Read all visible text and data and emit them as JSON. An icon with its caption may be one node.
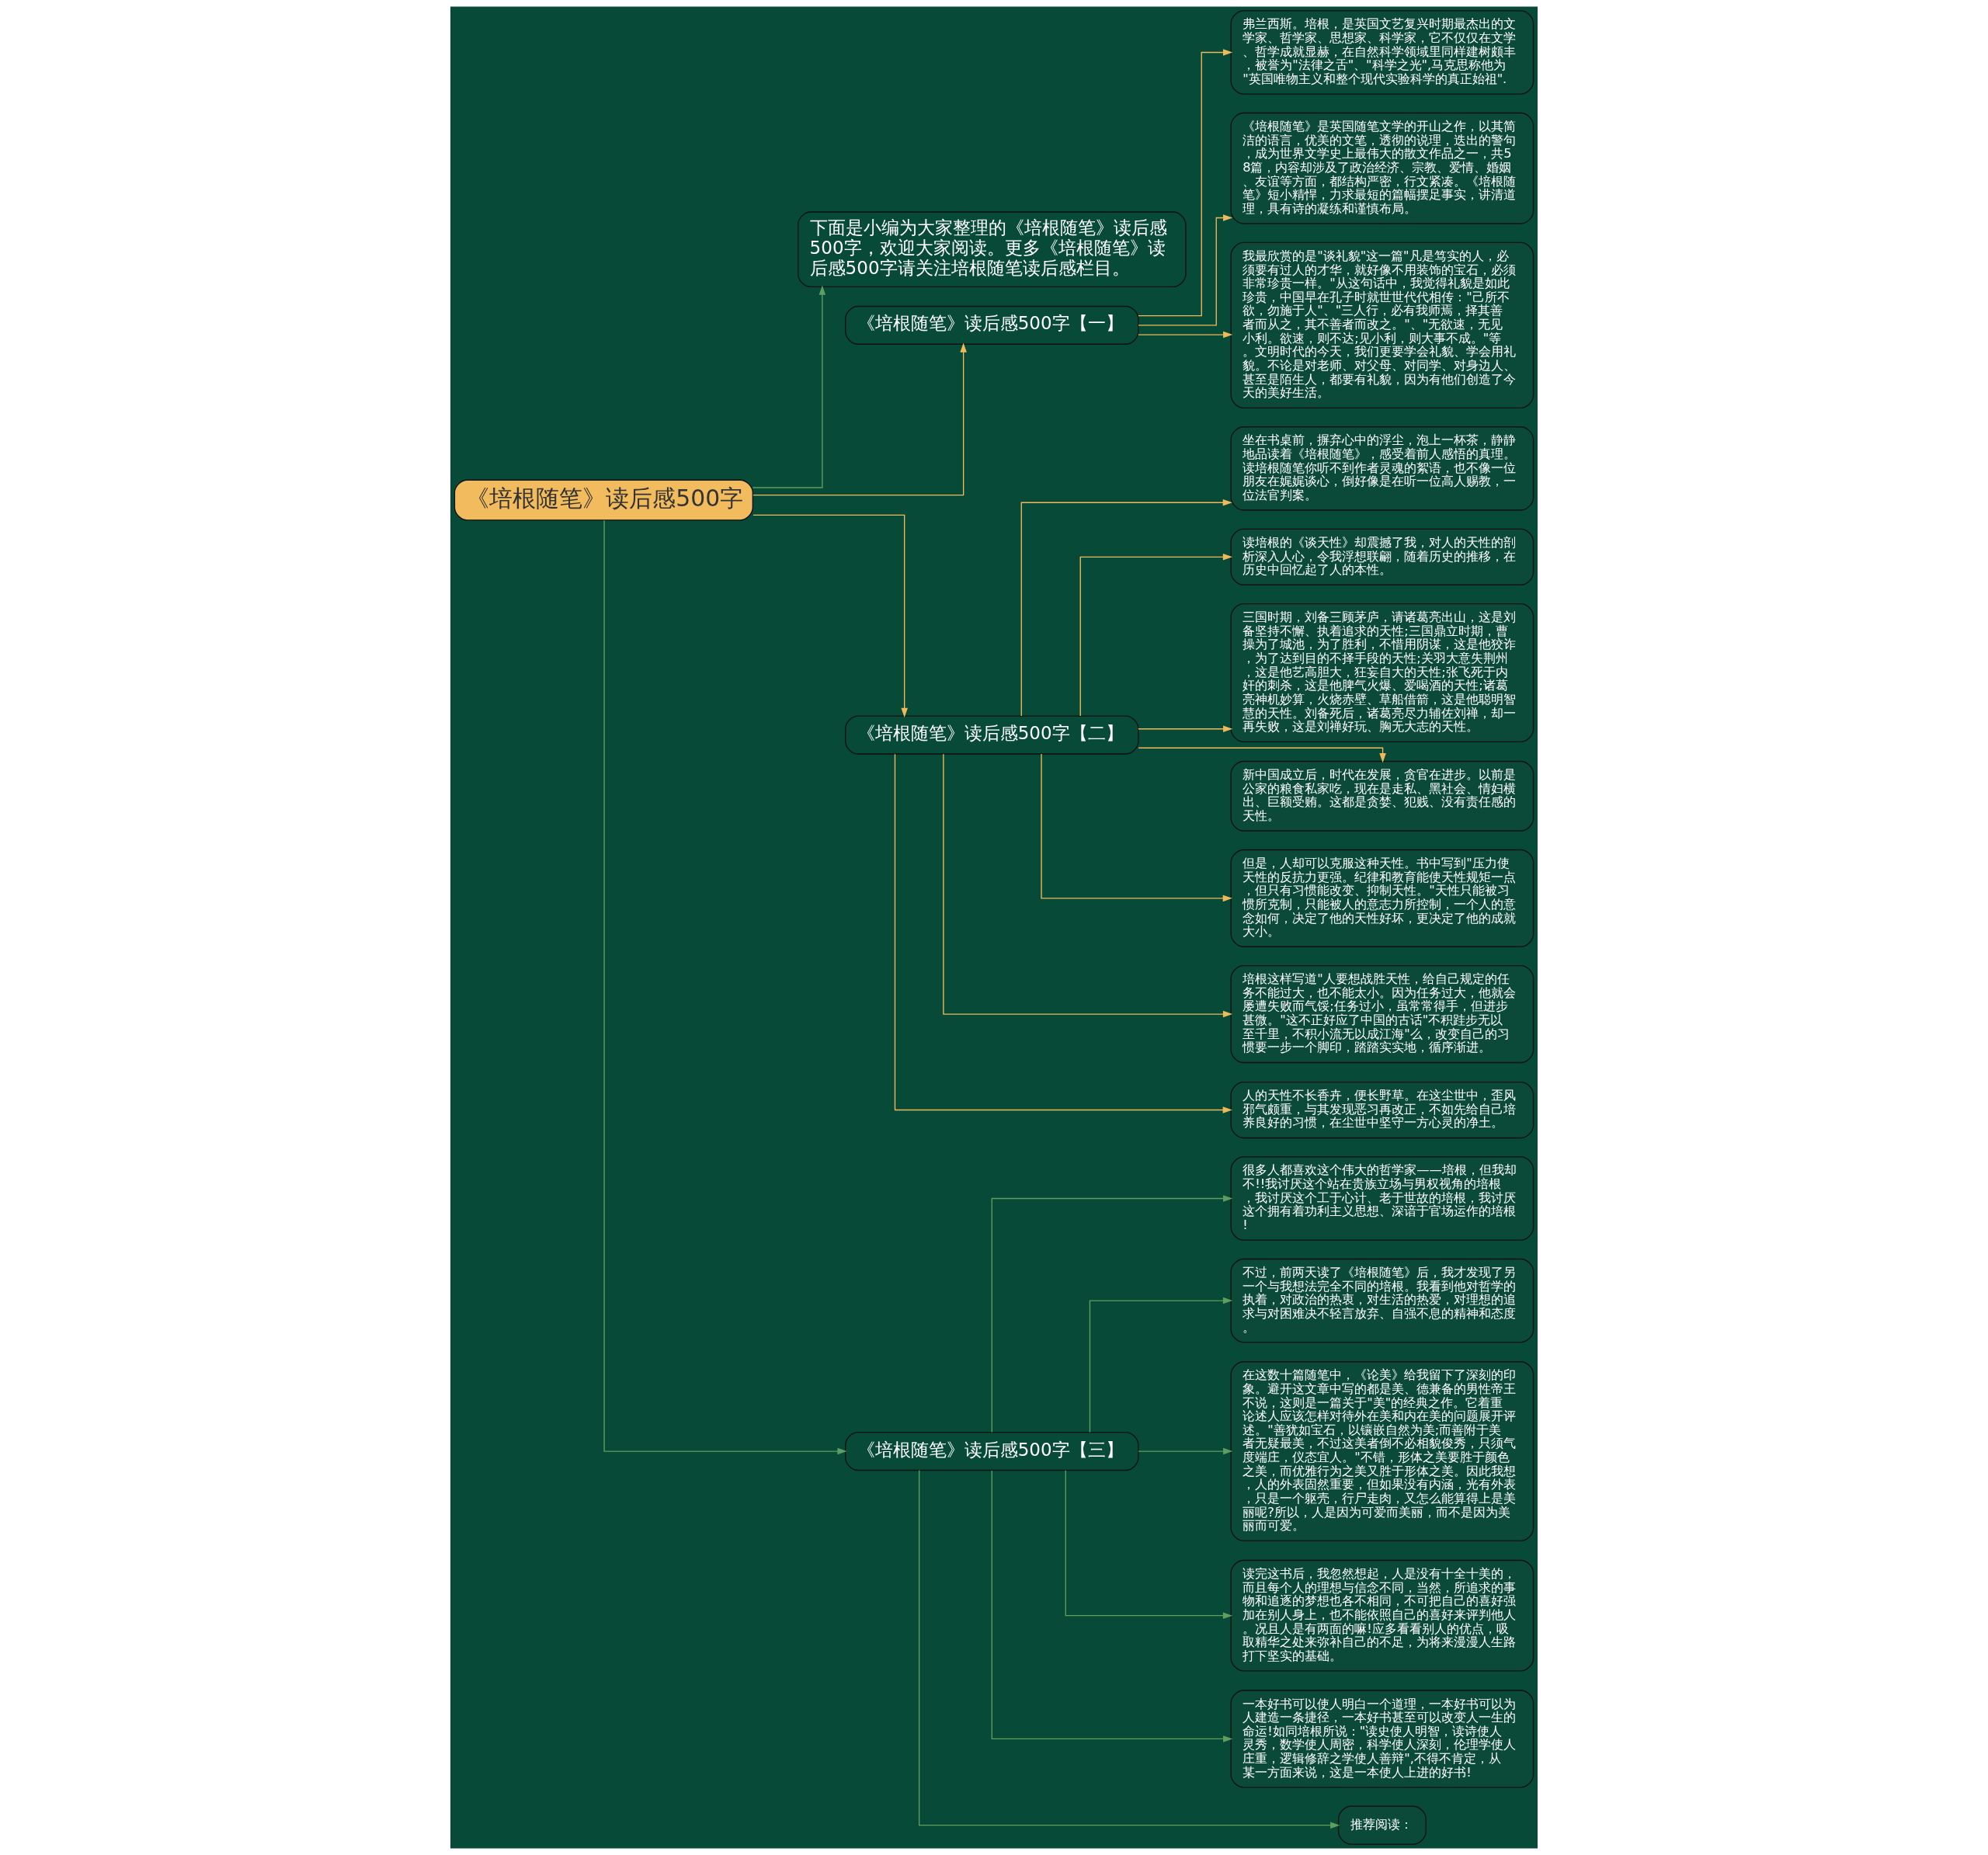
{
  "diagram": {
    "nodes": [
      {
        "text": [
          "《培根随笔》读后感500字"
        ]
      },
      {
        "text": [
          "下面是小编为大家整理的《培根随笔》读后感500字，欢迎大家阅读。更多《培根随笔》读后感500字请关注培根随笔读后感栏目。"
        ]
      },
      {
        "text": [
          "《培根随笔》读后感500字【一】"
        ]
      },
      {
        "text": [
          "弗兰西斯。培根，是英国文艺复兴时期最杰出的文学家、哲学家、思想家、科学家，它不仅仅在文学、哲学成就显赫，在自然科学领域里同样建树颇丰，被誉为\"法律之舌\"、\"科学之光\",马克思称他为\"英国唯物主义和整个现代实验科学的真正始祖\"."
        ]
      },
      {
        "text": [
          "《培根随笔》是英国随笔文学的开山之作，以其简洁的语言，优美的文笔，透彻的说理，迭出的警句，成为世界文学史上最伟大的散文作品之一，共58篇，内容却涉及了政治经济、宗教、爱情、婚姻、友谊等方面，都结构严密，行文紧凑。《培根随笔》短小精悍，力求最短的篇幅摆足事实，讲清道理，具有诗的凝练和谨慎布局。"
        ]
      },
      {
        "text": [
          "我最欣赏的是\"谈礼貌\"这一篇\"凡是笃实的人，必须要有过人的才华，就好像不用装饰的宝石，必须非常珍贵一样。\"从这句话中，我觉得礼貌是如此珍贵，中国早在孔子时就世世代代相传：\"己所不欲，勿施于人\"、\"三人行，必有我师焉，择其善者而从之，其不善者而改之。\"、\"无欲速，无见小利。欲速，则不达;见小利，则大事不成。\"等。文明时代的今天，我们更要学会礼貌、学会用礼貌。不论是对老师、对父母、对同学、对身边人、甚至是陌生人，都要有礼貌，因为有他们创造了今天的美好生活。"
        ]
      },
      {
        "text": [
          "《培根随笔》读后感500字【二】"
        ]
      },
      {
        "text": [
          "坐在书桌前，摒弃心中的浮尘，泡上一杯茶，静静地品读着《培根随笔》，感受着前人感悟的真理。读培根随笔你听不到作者灵魂的絮语，也不像一位朋友在娓娓谈心，倒好像是在听一位高人赐教，一位法官判案。"
        ]
      },
      {
        "text": [
          "读培根的《谈天性》却震撼了我，对人的天性的剖析深入人心，令我浮想联翩，随着历史的推移，在历史中回忆起了人的本性。"
        ]
      },
      {
        "text": [
          "三国时期，刘备三顾茅庐，请诸葛亮出山，这是刘备坚持不懈、执着追求的天性;三国鼎立时期，曹操为了城池，为了胜利，不惜用阴谋，这是他狡诈，为了达到目的不择手段的天性;关羽大意失荆州，这是他艺高胆大，狂妄自大的天性;张飞死于内奸的刺杀，这是他脾气火爆、爱喝酒的天性;诸葛亮神机妙算，火烧赤壁、草船借箭，这是他聪明智慧的天性。刘备死后，诸葛亮尽力辅佐刘禅，却一再失败，这是刘禅好玩、胸无大志的天性。"
        ]
      },
      {
        "text": [
          "新中国成立后，时代在发展，贪官在进步。以前是公家的粮食私家吃，现在是走私、黑社会、情妇横出、巨额受贿。这都是贪婪、犯贱、没有责任感的天性。"
        ]
      },
      {
        "text": [
          "但是，人却可以克服这种天性。书中写到\"压力使天性的反抗力更强。纪律和教育能使天性规矩一点，但只有习惯能改变、抑制天性。\"天性只能被习惯所克制，只能被人的意志力所控制，一个人的意念如何，决定了他的天性好坏，更决定了他的成就大小。"
        ]
      },
      {
        "text": [
          "培根这样写道\"人要想战胜天性，给自己规定的任务不能过大，也不能太小。因为任务过大，他就会屡遭失败而气馁;任务过小，虽常常得手，但进步甚微。\"这不正好应了中国的古话\"不积跬步无以至千里，不积小流无以成江海\"么，改变自己的习惯要一步一个脚印，踏踏实实地，循序渐进。"
        ]
      },
      {
        "text": [
          "人的天性不长香卉，便长野草。在这尘世中，歪风邪气颇重，与其发现恶习再改正，不如先给自己培养良好的习惯，在尘世中坚守一方心灵的净土。"
        ]
      },
      {
        "text": [
          "《培根随笔》读后感500字【三】"
        ]
      },
      {
        "text": [
          "很多人都喜欢这个伟大的哲学家——培根，但我却不!!我讨厌这个站在贵族立场与男权视角的培根，我讨厌这个工于心计、老于世故的培根，我讨厌这个拥有着功利主义思想、深谙于官场运作的培根!"
        ]
      },
      {
        "text": [
          "不过，前两天读了《培根随笔》后，我才发现了另一个与我想法完全不同的培根。我看到他对哲学的执着，对政治的热衷，对生活的热爱，对理想的追求与对困难决不轻言放弃、自强不息的精神和态度。"
        ]
      },
      {
        "text": [
          "在这数十篇随笔中，《论美》给我留下了深刻的印象。避开这文章中写的都是美、德兼备的男性帝王不说，这则是一篇关于\"美\"的经典之作。它着重论述人应该怎样对待外在美和内在美的问题展开评述。\"善犹如宝石，以镶嵌自然为美;而善附于美者无疑最美，不过这美者倒不必相貌俊秀，只须气度端庄，仪态宜人。\"不错，形体之美要胜于颜色之美，而优雅行为之美又胜于形体之美。因此我想，人的外表固然重要，但如果没有内涵，光有外表，只是一个躯壳，行尸走肉，又怎么能算得上是美丽呢?所以，人是因为可爱而美丽，而不是因为美丽而可爱。"
        ]
      },
      {
        "text": [
          "读完这书后，我忽然想起，人是没有十全十美的，而且每个人的理想与信念不同，当然，所追求的事物和追逐的梦想也各不相同，不可把自己的喜好强加在别人身上，也不能依照自己的喜好来评判他人。况且人是有两面的嘛!应多看看别人的优点，吸取精华之处来弥补自己的不足，为将来漫漫人生路打下坚实的基础。"
        ]
      },
      {
        "text": [
          "一本好书可以使人明白一个道理，一本好书可以为人建造一条捷径，一本好书甚至可以改变人一生的命运!如同培根所说：\"读史使人明智，读诗使人灵秀，数学使人周密，科学使人深刻，伦理学使人庄重，逻辑修辞之学使人善辩\",不得不肯定，从某一方面来说，这是一本使人上进的好书!"
        ]
      },
      {
        "text": [
          "推荐阅读："
        ]
      }
    ],
    "edges": [
      {
        "from": 0,
        "to": 1,
        "arrow": "to",
        "color": "#5f9e5f"
      },
      {
        "from": 0,
        "to": 2,
        "arrow": "to"
      },
      {
        "from": 2,
        "to": 3,
        "arrow": "to"
      },
      {
        "from": 2,
        "to": 4,
        "arrow": "to"
      },
      {
        "from": 2,
        "to": 5,
        "arrow": "to"
      },
      {
        "from": 0,
        "to": 6,
        "arrow": "to"
      },
      {
        "from": 6,
        "to": 7,
        "arrow": "to"
      },
      {
        "from": 6,
        "to": 8,
        "arrow": "to"
      },
      {
        "from": 6,
        "to": 9,
        "arrow": "to"
      },
      {
        "from": 6,
        "to": 10,
        "arrow": "to"
      },
      {
        "from": 6,
        "to": 11,
        "arrow": "to"
      },
      {
        "from": 6,
        "to": 12,
        "arrow": "to"
      },
      {
        "from": 6,
        "to": 13,
        "arrow": "to"
      },
      {
        "from": 0,
        "to": 14,
        "arrow": "to",
        "color": "#5f9e5f"
      },
      {
        "from": 14,
        "to": 15,
        "arrow": "to",
        "color": "#5f9e5f"
      },
      {
        "from": 14,
        "to": 16,
        "arrow": "to",
        "color": "#5f9e5f"
      },
      {
        "from": 14,
        "to": 17,
        "arrow": "to",
        "color": "#5f9e5f"
      },
      {
        "from": 14,
        "to": 18,
        "arrow": "to",
        "color": "#5f9e5f"
      },
      {
        "from": 14,
        "to": 19,
        "arrow": "to",
        "color": "#5f9e5f"
      },
      {
        "from": 14,
        "to": 20,
        "arrow": "to",
        "color": "#5f9e5f"
      }
    ]
  }
}
